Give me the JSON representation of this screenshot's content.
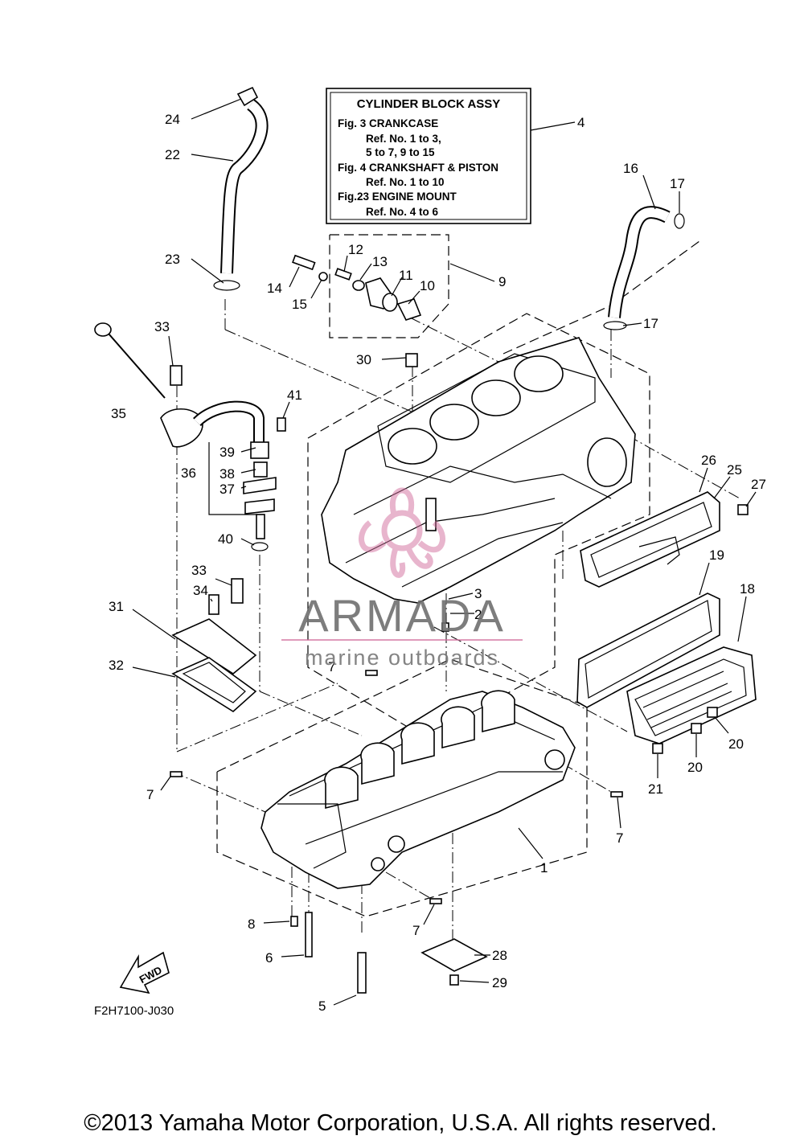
{
  "info_box": {
    "title": "CYLINDER BLOCK ASSY",
    "lines": [
      "Fig.  3 CRANKCASE",
      "Ref. No. 1 to 3,",
      "5 to 7, 9 to 15",
      "Fig.  4 CRANKSHAFT & PISTON",
      "Ref. No. 1 to 10",
      "Fig.23 ENGINE MOUNT",
      "Ref. No. 4 to 6"
    ]
  },
  "callouts": [
    "24",
    "22",
    "23",
    "4",
    "16",
    "17",
    "17",
    "12",
    "13",
    "14",
    "15",
    "11",
    "10",
    "9",
    "33",
    "30",
    "35",
    "41",
    "39",
    "36",
    "38",
    "37",
    "40",
    "26",
    "25",
    "27",
    "19",
    "18",
    "33",
    "34",
    "3",
    "2",
    "31",
    "32",
    "7",
    "20",
    "20",
    "21",
    "7",
    "7",
    "1",
    "8",
    "7",
    "28",
    "6",
    "29",
    "5"
  ],
  "fwd_label": "FWD",
  "figure_code": "F2H7100-J030",
  "watermark": {
    "brand": "ARMADA",
    "tagline": "marine outboards"
  },
  "copyright": "©2013 Yamaha Motor Corporation, U.S.A. All rights reserved."
}
